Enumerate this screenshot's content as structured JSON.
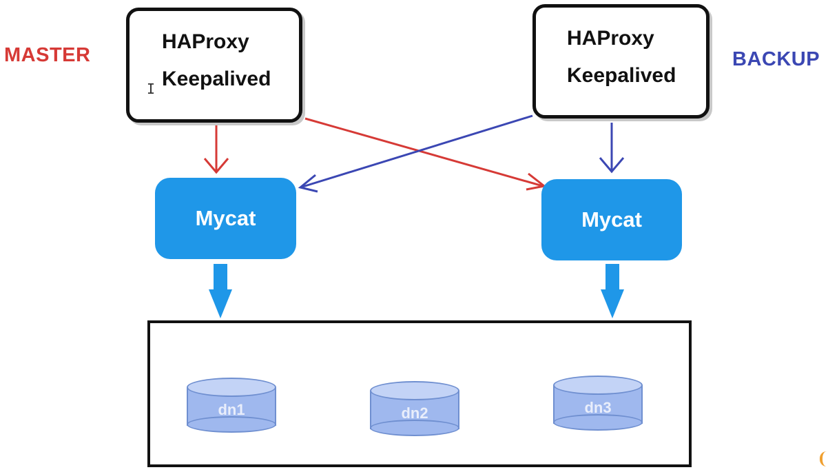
{
  "roles": {
    "master": "MASTER",
    "backup": "BACKUP"
  },
  "ha_nodes": [
    {
      "line1": "HAProxy",
      "line2": "Keepalived"
    },
    {
      "line1": "HAProxy",
      "line2": "Keepalived"
    }
  ],
  "mycat_nodes": [
    {
      "label": "Mycat"
    },
    {
      "label": "Mycat"
    }
  ],
  "data_nodes": [
    {
      "label": "dn1"
    },
    {
      "label": "dn2"
    },
    {
      "label": "dn3"
    }
  ],
  "colors": {
    "master": "#d63a36",
    "backup": "#3b47b3",
    "mycat": "#1f97e8",
    "datanode": "#9fb8ee"
  },
  "icons": {
    "cursor": "text-cursor-icon"
  }
}
